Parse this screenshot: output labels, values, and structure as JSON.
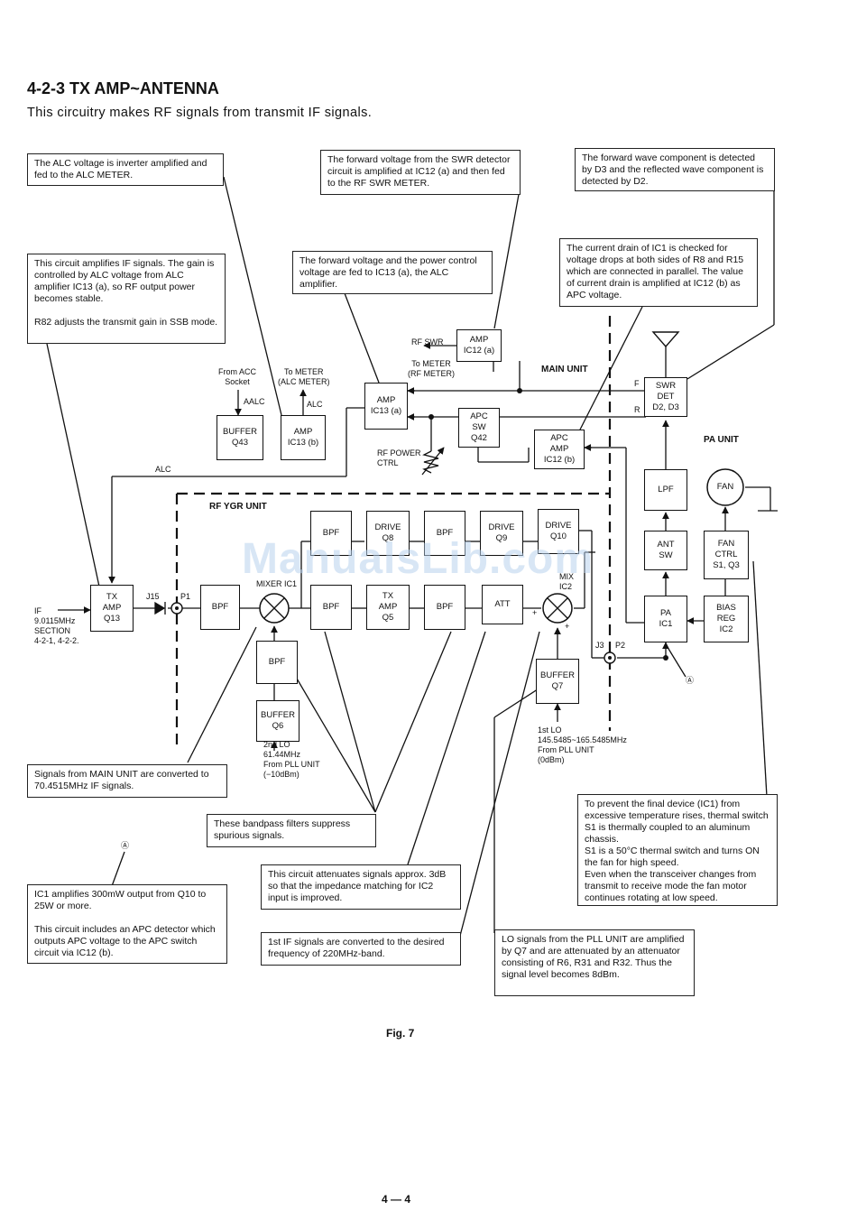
{
  "header": {
    "title": "4-2-3  TX AMP~ANTENNA",
    "subtitle": "This circuitry makes RF signals from transmit IF signals."
  },
  "notes": {
    "alc_voltage": "The ALC voltage is inverter amplified and fed to the ALC METER.",
    "swr_forward": "The forward voltage from the SWR detector circuit is amplified at IC12 (a) and then fed to the RF SWR METER.",
    "forward_wave": "The forward wave component is detected by D3 and the reflected wave component is detected by D2.",
    "if_amp": "This circuit amplifies IF signals.  The gain is controlled by ALC voltage from ALC amplifier IC13 (a), so RF output power becomes stable.\n\nR82 adjusts the transmit gain in SSB mode.",
    "forward_power": "The forward voltage and the power control voltage are fed to IC13 (a), the ALC amplifier.",
    "current_drain": "The current drain of IC1 is checked for voltage drops at both sides of R8 and R15 which are connected in parallel. The value of current drain is amplified at IC12 (b) as APC voltage.",
    "main_unit_conv": "Signals from MAIN UNIT are converted to 70.4515MHz IF signals.",
    "bandpass": "These bandpass filters suppress spurious signals.",
    "attenuate": "This circuit attenuates signals approx. 3dB so that the impedance matching for IC2 input is improved.",
    "ic1_amp": "IC1 amplifies 300mW output from Q10 to 25W or more.\n\nThis circuit includes an APC detector which outputs APC voltage to the APC switch circuit via IC12 (b).",
    "first_if": "1st IF signals are converted to the desired frequency of 220MHz-band.",
    "lo_signals": "LO signals from the PLL UNIT are amplified by Q7 and are attenuated by an attenuator consisting of R6, R31 and R32.  Thus the signal level becomes 8dBm.",
    "final_device": "To prevent the final device (IC1) from excessive temperature rises, thermal switch S1 is thermally coupled to an aluminum chassis.\nS1 is a 50°C thermal switch and turns ON the fan for high speed.\nEven when the transceiver changes from transmit to receive mode the fan motor continues rotating at low speed."
  },
  "blocks": {
    "amp_ic12a": "AMP\nIC12 (a)",
    "amp_ic13a": "AMP\nIC13 (a)",
    "apc_sw": "APC\nSW\nQ42",
    "apc_amp": "APC\nAMP\nIC12 (b)",
    "buffer_q43": "BUFFER\nQ43",
    "amp_ic13b": "AMP\nIC13 (b)",
    "swr_det": "SWR\nDET\nD2, D3",
    "lpf": "LPF",
    "fan": "FAN",
    "bpf": "BPF",
    "drive_q8": "DRIVE\nQ8",
    "drive_q9": "DRIVE\nQ9",
    "drive_q10": "DRIVE\nQ10",
    "ant_sw": "ANT\nSW",
    "fan_ctrl": "FAN\nCTRL\nS1, Q3",
    "tx_amp_q13": "TX\nAMP\nQ13",
    "tx_amp_q5": "TX\nAMP\nQ5",
    "att": "ATT",
    "pa_ic1": "PA\nIC1",
    "bias_reg": "BIAS\nREG\nIC2",
    "buffer_q6": "BUFFER\nQ6",
    "buffer_q7": "BUFFER\nQ7"
  },
  "labels": {
    "rf_swr": "RF SWR",
    "to_meter_rf": "To METER\n(RF METER)",
    "main_unit": "MAIN UNIT",
    "from_acc": "From ACC\nSocket",
    "to_meter_alc": "To METER\n(ALC METER)",
    "aalc": "AALC",
    "alc_short": "ALC",
    "rf_power_ctrl": "RF POWER\nCTRL",
    "f": "F",
    "r": "R",
    "pa_unit": "PA UNIT",
    "alc_line": "ALC",
    "rf_ygr_unit": "RF YGR UNIT",
    "mixer_ic1": "MIXER IC1",
    "mix_ic2": "MIX\nIC2",
    "j15": "J15",
    "p1": "P1",
    "if_input": "IF\n9.0115MHz\nSECTION\n4-2-1, 4-2-2.",
    "j3": "J3",
    "p2": "P2",
    "second_lo": "2nd LO\n61.44MHz\nFrom PLL UNIT\n(−10dBm)",
    "first_lo": "1st LO\n145.5485~165.5485MHz\nFrom PLL UNIT\n(0dBm)",
    "ref_a": "Ⓐ",
    "plus": "+"
  },
  "footer": {
    "figure": "Fig. 7",
    "page": "4 — 4"
  },
  "watermark": "ManualsLib.com"
}
